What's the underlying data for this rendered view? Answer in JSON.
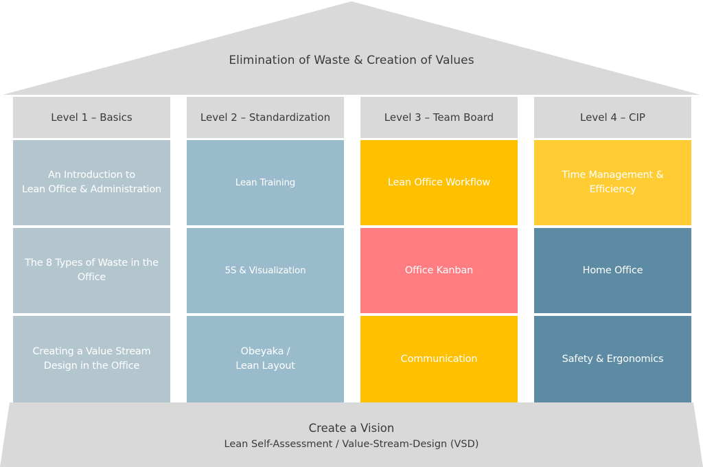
{
  "roof": {
    "title": "Elimination of Waste & Creation of Values",
    "color": "#d9d9d9"
  },
  "pillars": [
    {
      "header": "Level 1 – Basics",
      "cells": [
        {
          "text": "An Introduction to\nLean Office & Administration",
          "color": "#b3c6ce"
        },
        {
          "text": "The 8 Types of Waste in the\nOffice",
          "color": "#b3c6ce"
        },
        {
          "text": "Creating a Value Stream\nDesign in the Office",
          "color": "#b3c6ce"
        }
      ]
    },
    {
      "header": "Level 2 – Standardization",
      "cells": [
        {
          "text": "Lean Training",
          "color": "#9abbcb"
        },
        {
          "text": "5S & Visualization",
          "color": "#9abbcb"
        },
        {
          "text": "Obeyaka /\nLean Layout",
          "color": "#9abbcb"
        }
      ]
    },
    {
      "header": "Level 3 – Team Board",
      "cells": [
        {
          "text": "Lean Office Workflow",
          "color": "#ffc000"
        },
        {
          "text": "Office Kanban",
          "color": "#ff7c80"
        },
        {
          "text": "Communication",
          "color": "#ffc000"
        }
      ]
    },
    {
      "header": "Level 4 – CIP",
      "cells": [
        {
          "text": "Time Management &\nEfficiency",
          "color": "#ffcd33"
        },
        {
          "text": "Home Office",
          "color": "#5e8ba4"
        },
        {
          "text": "Safety & Ergonomics",
          "color": "#5e8ba4"
        }
      ]
    }
  ],
  "base": {
    "title": "Create a Vision",
    "subtitle": "Lean Self-Assessment / Value-Stream-Design (VSD)",
    "color": "#d9d9d9"
  }
}
